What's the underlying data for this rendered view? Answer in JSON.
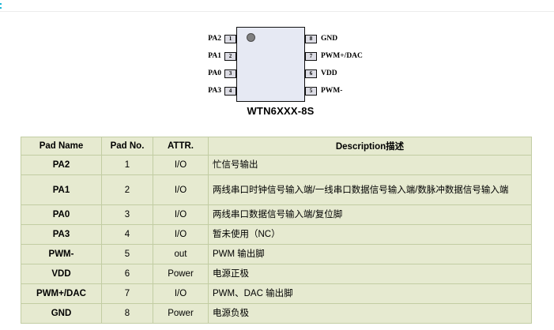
{
  "chip": {
    "caption": "WTN6XXX-8S",
    "marker": "pin1-dot",
    "left_pins": [
      {
        "label": "PA2",
        "number": "1"
      },
      {
        "label": "PA1",
        "number": "2"
      },
      {
        "label": "PA0",
        "number": "3"
      },
      {
        "label": "PA3",
        "number": "4"
      }
    ],
    "right_pins": [
      {
        "label": "GND",
        "number": "8"
      },
      {
        "label": "PWM+/DAC",
        "number": "7"
      },
      {
        "label": "VDD",
        "number": "6"
      },
      {
        "label": "PWM-",
        "number": "5"
      }
    ]
  },
  "table": {
    "headers": [
      "Pad Name",
      "Pad No.",
      "ATTR.",
      "Description描述"
    ],
    "rows": [
      {
        "name": "PA2",
        "no": "1",
        "attr": "I/O",
        "desc": "忙信号输出"
      },
      {
        "name": "PA1",
        "no": "2",
        "attr": "I/O",
        "desc": "两线串口时钟信号输入端/一线串口数据信号输入端/数脉冲数据信号输入端"
      },
      {
        "name": "PA0",
        "no": "3",
        "attr": "I/O",
        "desc": "两线串口数据信号输入端/复位脚"
      },
      {
        "name": "PA3",
        "no": "4",
        "attr": "I/O",
        "desc": "暂未使用（NC）"
      },
      {
        "name": "PWM-",
        "no": "5",
        "attr": "out",
        "desc": "PWM 输出脚"
      },
      {
        "name": "VDD",
        "no": "6",
        "attr": "Power",
        "desc": "电源正极"
      },
      {
        "name": "PWM+/DAC",
        "no": "7",
        "attr": "I/O",
        "desc": "PWM、DAC 输出脚"
      },
      {
        "name": "GND",
        "no": "8",
        "attr": "Power",
        "desc": "电源负极"
      }
    ]
  },
  "colors": {
    "table_cell_bg": "#e6ead0",
    "table_border": "#c2cda3",
    "chip_body": "#e6e9f3",
    "pin_box": "#dcdce4",
    "pin1_dot": "#808080",
    "top_rule": "#ececec",
    "edge_mark": "#1ab5d6"
  }
}
